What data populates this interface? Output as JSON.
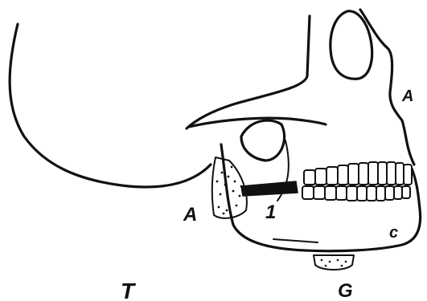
{
  "figure": {
    "labels": {
      "a_upper": "A",
      "a_lower": "A",
      "one": "1",
      "c": "c",
      "g": "G",
      "t": "T"
    }
  },
  "colors": {
    "ink": "#111111",
    "background": "#ffffff"
  }
}
